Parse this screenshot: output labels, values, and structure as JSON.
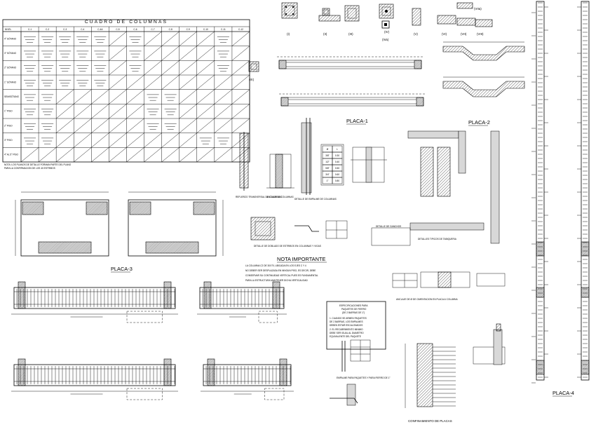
{
  "schedule": {
    "title": "CUADRO DE COLUMNAS",
    "level_header": "NIVEL",
    "columns": [
      "C-1",
      "C-2",
      "C-3",
      "C-4",
      "C-4A",
      "C-5",
      "C-6",
      "C-7",
      "C-8",
      "C-9",
      "C-10",
      "C-11",
      "C-12"
    ],
    "levels": [
      "4° SÓTANO",
      "3° SÓTANO",
      "2° SÓTANO",
      "1° SÓTANO",
      "SEMISÓTANO",
      "1° PISO",
      "2° PISO",
      "3° PISO",
      "4° AL 5° PISO"
    ],
    "note_line_1": "NOTA: LOS PLANOS DE DETALLE FORMAN PARTE DEL PLANO",
    "note_line_2": "PARA LA CONFIRMACION DE LOS 40 ESTRIBOS"
  },
  "section_marks": [
    "(I)",
    "(II)",
    "(III)",
    "(IV)",
    "(IVa)",
    "(V)",
    "(VI)",
    "(VII)",
    "(VIII)",
    "(VIIa)",
    "(IX)"
  ],
  "plates": {
    "plate1_title": "PLACA-1",
    "plate2_title": "PLACA-2",
    "plate3_title": "PLACA-3",
    "plate4_title": "PLACA-4"
  },
  "details": {
    "refuerzo": "REFUERZO TRANSVERSAL DE COLUMNAS",
    "anclaje": "ANCLAJE DE COLUMNAS",
    "empalme": "DETALLE DE EMPALME DE COLUMNAS",
    "tabique": "DETALLES TIPICOS DE TABIQUERIA",
    "doblado": "DETALLE DE DOBLADO DE ESTRIBOS EN COLUMNAS Y VIGAS",
    "ganchos": "DETALLE DE GANCHOS",
    "anclaje_placa": "ANCLAJE DE Ø DE CIMENTACION EN PLACA & COLUMNA",
    "confinamiento": "CONFINAMIENTO DE PLACAS",
    "empalme_paquetes": "EMPALME PARA PAQUETES Y PARA FIERRO DE 1\""
  },
  "note": {
    "title": "NOTA IMPORTANTE",
    "lines": [
      "LA COLUMNA C2 DE 30X70, UBICADA EN LOS EJES C Y 4",
      "NO DEBER SER DESPLAZADA EN NINGUN PISO, ES DECIR, DEBE",
      "CONSERVAR SU CONTINUIDAD VERTICAL PUES ES FUNDAMENTAL",
      "PARA LA ESTRUCTURA MANTENER DICHA VERTICALIDAD"
    ]
  },
  "paquetes_box": {
    "title_1": "ESPECIFICACIONES PARA",
    "title_2": "PAQUETES DE FIERRO",
    "subtitle": "(DE 2 BARRAS DE 1\")",
    "lines": [
      "1. CUANDO SE ARMEN PAQUETES",
      "DE 2 BARRAS, LOS EMPALMES",
      "DEBEN ESTAR ESCALONADOS",
      "2. EL RECUBRIMIENTO MINIMO",
      "DEBE SER IGUAL AL DIAMETRO",
      "EQUIVALENTE DEL PAQUETE"
    ]
  },
  "bar_table": {
    "headers": [
      "Ø",
      "L"
    ],
    "rows": [
      [
        "3/8\"",
        "0.30"
      ],
      [
        "1/2\"",
        "0.40"
      ],
      [
        "5/8\"",
        "0.50"
      ],
      [
        "3/4\"",
        "0.60"
      ],
      [
        "1\"",
        "0.80"
      ]
    ]
  }
}
